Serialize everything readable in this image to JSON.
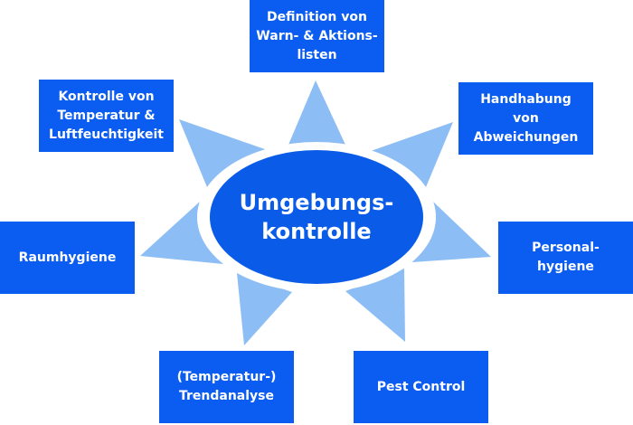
{
  "center": {
    "label": "Umgebungs-\nkontrolle"
  },
  "nodes": [
    {
      "label": "Definition von\nWarn- & Aktions-\nlisten"
    },
    {
      "label": "Kontrolle von\nTemperatur &\nLuftfeuchtigkeit"
    },
    {
      "label": "Handhabung\nvon\nAbweichungen"
    },
    {
      "label": "Raumhygiene"
    },
    {
      "label": "Personal-\nhygiene"
    },
    {
      "label": "(Temperatur-)\nTrendanalyse"
    },
    {
      "label": "Pest Control"
    }
  ],
  "colors": {
    "box": "#0b5cf0",
    "ellipse": "#0a5ce8",
    "ray": "#8cbdf5"
  }
}
